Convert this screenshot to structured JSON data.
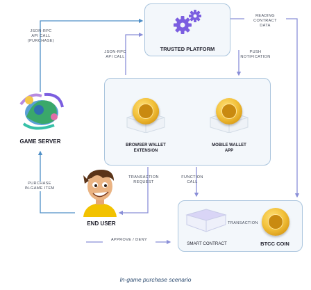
{
  "nodes": {
    "trusted_platform": "TRUSTED PLATFORM",
    "game_server": "GAME SERVER",
    "end_user": "END USER",
    "browser_wallet": "BROWSER WALLET\nEXTENSION",
    "mobile_wallet": "MOBILE WALLET\nAPP",
    "smart_contract": "SMART CONTRACT",
    "btcc_coin": "BTCC COIN"
  },
  "edges": {
    "json_rpc_purchase": "JSON-RPC\nAPI CALL\n(PURCHASE)",
    "json_rpc_call": "JSON-RPC\nAPI CALL",
    "reading_contract": "READING\nCONTRACT\nDATA",
    "push_notification": "PUSH\nNOTIFICATION",
    "purchase_item": "PURCHASE\nIN-GAME ITEM",
    "transaction_request": "TRANSACTION\nREQUEST",
    "function_call": "FUNCTION\nCALL",
    "transaction": "TRANSACTION",
    "approve_deny": "APPROVE / DENY"
  },
  "caption": "In-game purchase scenario",
  "colors": {
    "arrow": "#8a8fd8",
    "box_border": "#a9c4dd",
    "box_fill": "#f3f7fb",
    "gear": "#7b5ee0",
    "arrow_left": "#4f8fc6"
  }
}
